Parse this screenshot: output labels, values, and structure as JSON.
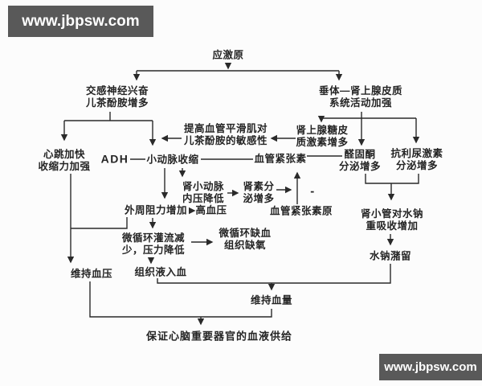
{
  "watermark": {
    "text": "www.jbpsw.com"
  },
  "diagram": {
    "stressor": {
      "label": "应激原"
    },
    "sympathetic": {
      "line1": "交感神经兴奋",
      "line2": "儿茶酚胺增多"
    },
    "pituitary": {
      "line1": "垂体—肾上腺皮质",
      "line2": "系统活动加强"
    },
    "sensitivity": {
      "line1": "提高血管平滑肌对",
      "line2": "儿茶酚胺的敏感性"
    },
    "glucocorticoid": {
      "line1": "肾上腺糖皮",
      "line2": "质激素增多"
    },
    "cardiac": {
      "line1": "心跳加快",
      "line2": "收缩力加强"
    },
    "adh": {
      "label": "ADH"
    },
    "arteriole_constriction": {
      "label": "小动脉收缩"
    },
    "angiotensin": {
      "label": "血管紧张素"
    },
    "aldosterone": {
      "line1": "醛固酮",
      "line2": "分泌增多"
    },
    "antidiuretic": {
      "line1": "抗利尿激素",
      "line2": "分泌增多"
    },
    "renal_arteriole": {
      "line1": "肾小动脉",
      "line2": "内压降低"
    },
    "renin": {
      "line1": "肾素分",
      "line2": "泌增多"
    },
    "angiotensinogen": {
      "label": "血管紧张素原"
    },
    "minus_sign": {
      "label": "-"
    },
    "peripheral_resistance": {
      "label": "外周阻力增加"
    },
    "hypertension": {
      "label": "高血压"
    },
    "perfusion": {
      "line1": "微循环灌流减",
      "line2": "少，压力降低"
    },
    "ischemia": {
      "line1": "微循环缺血",
      "line2": "组织缺氧"
    },
    "tissue_fluid": {
      "label": "组织液入血"
    },
    "maintain_bp": {
      "label": "维持血压"
    },
    "renal_tubule": {
      "line1": "肾小管对水钠",
      "line2": "重吸收增加"
    },
    "sodium_retention": {
      "label": "水钠潴留"
    },
    "maintain_volume": {
      "label": "维持血量"
    },
    "blood_supply": {
      "label": "保证心脑重要器官的血液供给"
    }
  }
}
